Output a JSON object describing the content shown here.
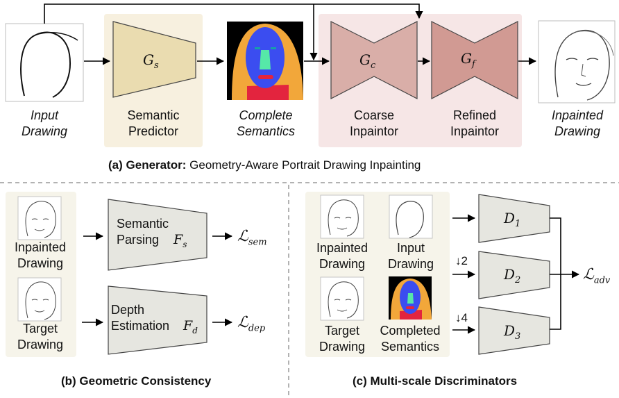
{
  "generator": {
    "caption_tag": "(a)",
    "caption_bold": "Generator:",
    "caption_rest": "Geometry-Aware Portrait Drawing Inpainting",
    "input_label": "Input\nDrawing",
    "semantic_label": "Semantic\nPredictor",
    "gs": "G",
    "gs_sub": "s",
    "complete_label": "Complete\nSemantics",
    "coarse_label": "Coarse\nInpaintor",
    "gc": "G",
    "gc_sub": "c",
    "refined_label": "Refined\nInpaintor",
    "gf": "G",
    "gf_sub": "f",
    "inpainted_label": "Inpainted\nDrawing"
  },
  "geometric": {
    "caption": "(b) Geometric Consistency",
    "inpainted_label": "Inpainted\nDrawing",
    "target_label": "Target\nDrawing",
    "semantic_box": "Semantic\nParsing",
    "fs": "F",
    "fs_sub": "s",
    "depth_box": "Depth\nEstimation",
    "fd": "F",
    "fd_sub": "d",
    "loss_sem": "ℒ",
    "loss_sem_sub": "sem",
    "loss_dep": "ℒ",
    "loss_dep_sub": "dep"
  },
  "discriminators": {
    "caption": "(c) Multi-scale Discriminators",
    "inpainted_label": "Inpainted\nDrawing",
    "input_label": "Input\nDrawing",
    "target_label": "Target\nDrawing",
    "completed_label": "Completed\nSemantics",
    "d1": "D",
    "d1_sub": "1",
    "d2": "D",
    "d2_sub": "2",
    "d3": "D",
    "d3_sub": "3",
    "down2": "↓2",
    "down4": "↓4",
    "loss_adv": "ℒ",
    "loss_adv_sub": "adv"
  },
  "colors": {
    "semantic_panel": "#f7f0df",
    "semantic_box": "#eadcb0",
    "inpaint_panel": "#f6e6e6",
    "coarse_box": "#d9aea8",
    "refined_box": "#d19a93",
    "left_panel": "#f6f4ea",
    "gray_box": "#e6e6e0",
    "face_blue": "#3b4df0",
    "hair_orange": "#f2a73a",
    "neck_red": "#e3243e",
    "nose_green": "#56e8a8"
  }
}
